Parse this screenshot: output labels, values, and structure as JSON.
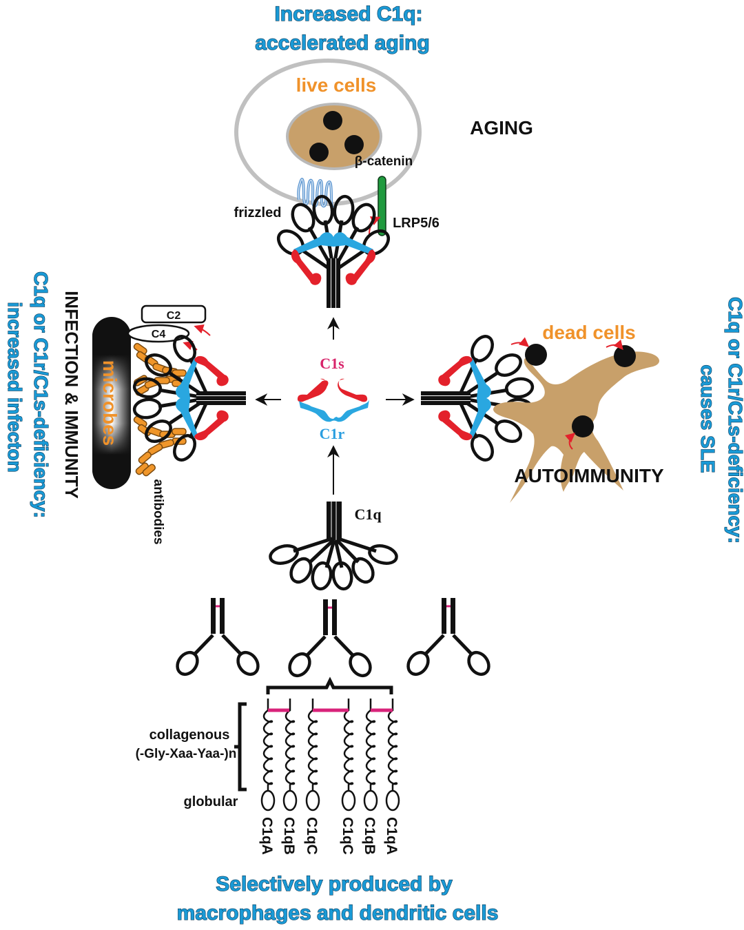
{
  "top_caption": {
    "line1": "Increased C1q:",
    "line2": "accelerated aging"
  },
  "aging_panel": {
    "cell_label": "live cells",
    "section_label": "AGING",
    "beta_catenin_label": "β-catenin",
    "frizzled_label": "frizzled",
    "lrp_label": "LRP5/6"
  },
  "center": {
    "c1s_label": "C1s",
    "c1r_label": "C1r",
    "c1q_label": "C1q"
  },
  "infection_panel": {
    "section_label": "INFECTION & IMMUNITY",
    "microbes_label": "microbes",
    "antibodies_label": "antibodies",
    "c2_label": "C2",
    "c4_label": "C4"
  },
  "left_caption": {
    "line1": "C1q or C1r/C1s-deficiency:",
    "line2": "increased infecton"
  },
  "autoimmunity_panel": {
    "cell_label": "dead cells",
    "section_label": "AUTOIMMUNITY"
  },
  "right_caption": {
    "line1": "C1q or C1r/C1s-deficiency:",
    "line2": "causes SLE"
  },
  "structure_panel": {
    "collagenous_label_line1": "collagenous",
    "collagenous_label_line2": "(-Gly-Xaa-Yaa-)n",
    "globular_label": "globular",
    "chains": [
      "C1qA",
      "C1qB",
      "C1qC",
      "C1qC",
      "C1qB",
      "C1qA"
    ]
  },
  "bottom_caption": {
    "line1": "Selectively produced by",
    "line2": "macrophages and dendritic cells"
  },
  "colors": {
    "caption_blue": "#1a9ad6",
    "label_orange": "#f0922a",
    "c1s_red": "#e3212b",
    "c1r_blue": "#2aa7e0",
    "cell_tan": "#c8a06a",
    "lrp_green": "#1f9a3e",
    "disulfide_magenta": "#d8237a"
  }
}
